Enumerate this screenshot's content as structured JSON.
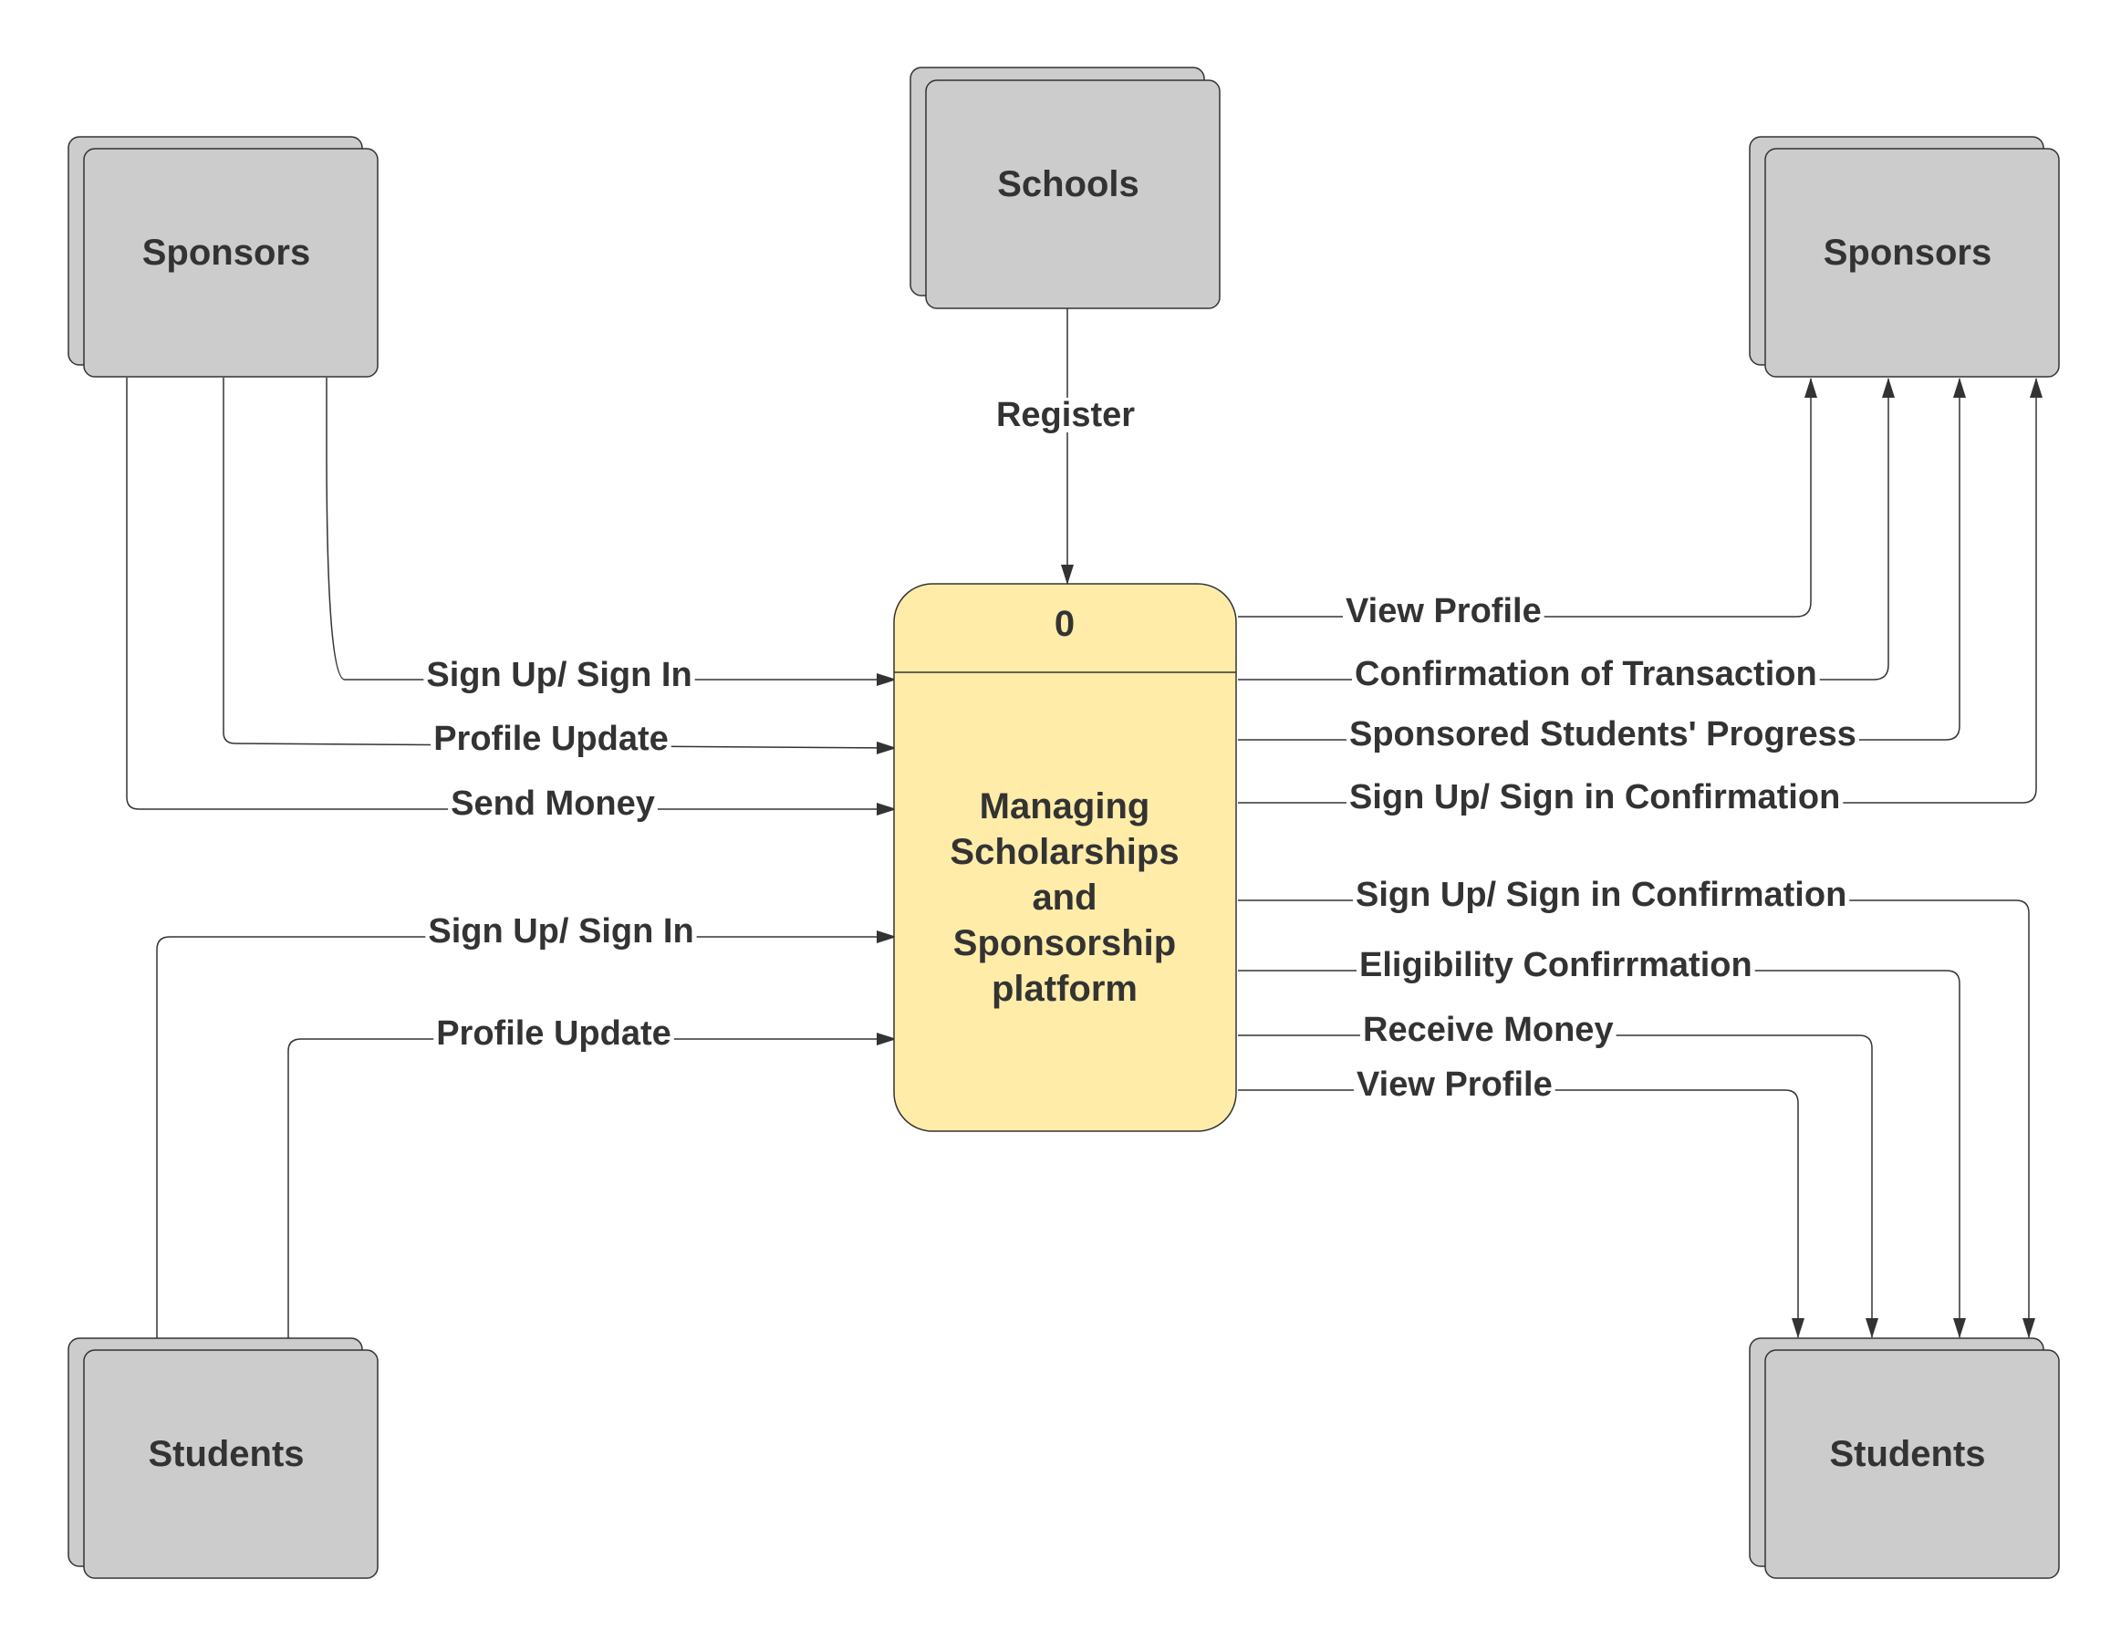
{
  "entities": {
    "sponsors_left": "Sponsors",
    "schools": "Schools",
    "sponsors_right": "Sponsors",
    "students_left": "Students",
    "students_right": "Students"
  },
  "process": {
    "number": "0",
    "name_lines": [
      "Managing",
      "Scholarships",
      "and",
      "Sponsorship",
      "platform"
    ],
    "fill_color": "#ffeca9"
  },
  "entity_color": "#cccccc",
  "flows": {
    "register": "Register",
    "sponsor_sign_up": "Sign Up/ Sign In",
    "sponsor_profile_update": "Profile Update",
    "sponsor_send_money": "Send Money",
    "student_sign_up": "Sign Up/ Sign In",
    "student_profile_update": "Profile Update",
    "sponsor_view_profile": "View Profile",
    "confirmation_of_transaction": "Confirmation of Transaction",
    "sponsored_students_progress": "Sponsored Students' Progress",
    "sponsor_sign_up_confirmation": "Sign Up/ Sign in Confirmation",
    "student_sign_up_confirmation": "Sign Up/ Sign in Confirmation",
    "eligibility_confirmation": "Eligibility Confirrmation",
    "receive_money": "Receive Money",
    "student_view_profile": "View Profile"
  }
}
